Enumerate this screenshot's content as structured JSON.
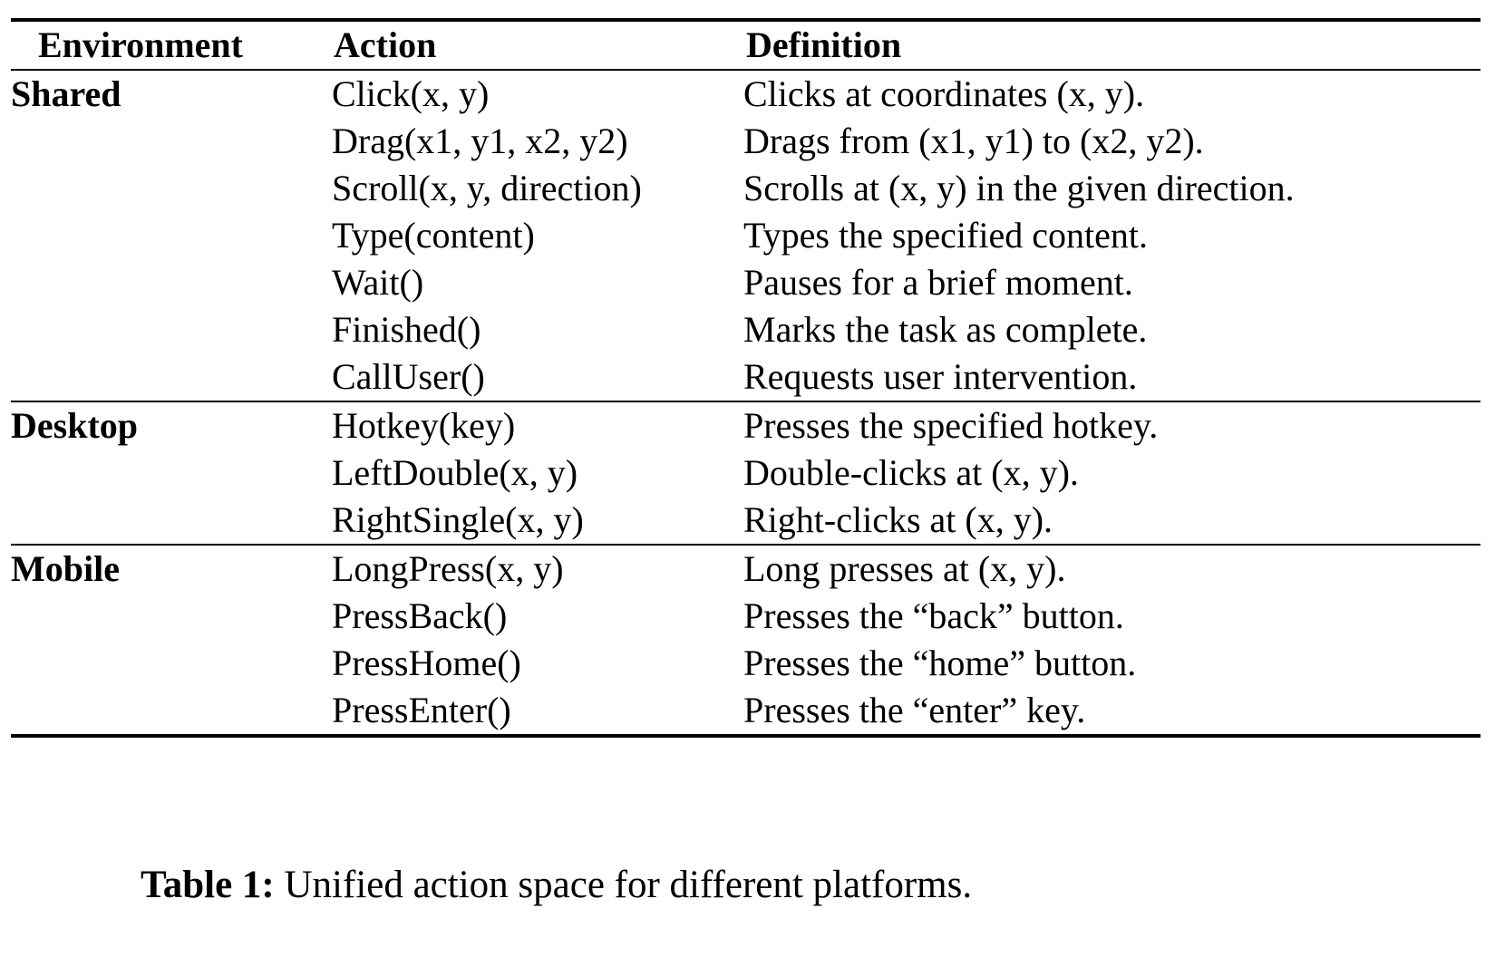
{
  "table": {
    "columns": [
      "Environment",
      "Action",
      "Definition"
    ],
    "groups": [
      {
        "environment": "Shared",
        "rows": [
          {
            "action": "Click(x, y)",
            "definition": "Clicks at coordinates (x, y)."
          },
          {
            "action": "Drag(x1, y1, x2, y2)",
            "definition": "Drags from (x1, y1) to (x2, y2)."
          },
          {
            "action": "Scroll(x, y, direction)",
            "definition": "Scrolls at (x, y) in the given direction."
          },
          {
            "action": "Type(content)",
            "definition": "Types the specified content."
          },
          {
            "action": "Wait()",
            "definition": "Pauses for a brief moment."
          },
          {
            "action": "Finished()",
            "definition": "Marks the task as complete."
          },
          {
            "action": "CallUser()",
            "definition": "Requests user intervention."
          }
        ]
      },
      {
        "environment": "Desktop",
        "rows": [
          {
            "action": "Hotkey(key)",
            "definition": "Presses the specified hotkey."
          },
          {
            "action": "LeftDouble(x, y)",
            "definition": "Double-clicks at (x, y)."
          },
          {
            "action": "RightSingle(x, y)",
            "definition": "Right-clicks at (x, y)."
          }
        ]
      },
      {
        "environment": "Mobile",
        "rows": [
          {
            "action": "LongPress(x, y)",
            "definition": "Long presses at (x, y)."
          },
          {
            "action": "PressBack()",
            "definition": "Presses the “back” button."
          },
          {
            "action": "PressHome()",
            "definition": "Presses the “home” button."
          },
          {
            "action": "PressEnter()",
            "definition": "Presses the “enter” key."
          }
        ]
      }
    ]
  },
  "caption": {
    "label": "Table 1:",
    "text": " Unified action space for different platforms."
  }
}
